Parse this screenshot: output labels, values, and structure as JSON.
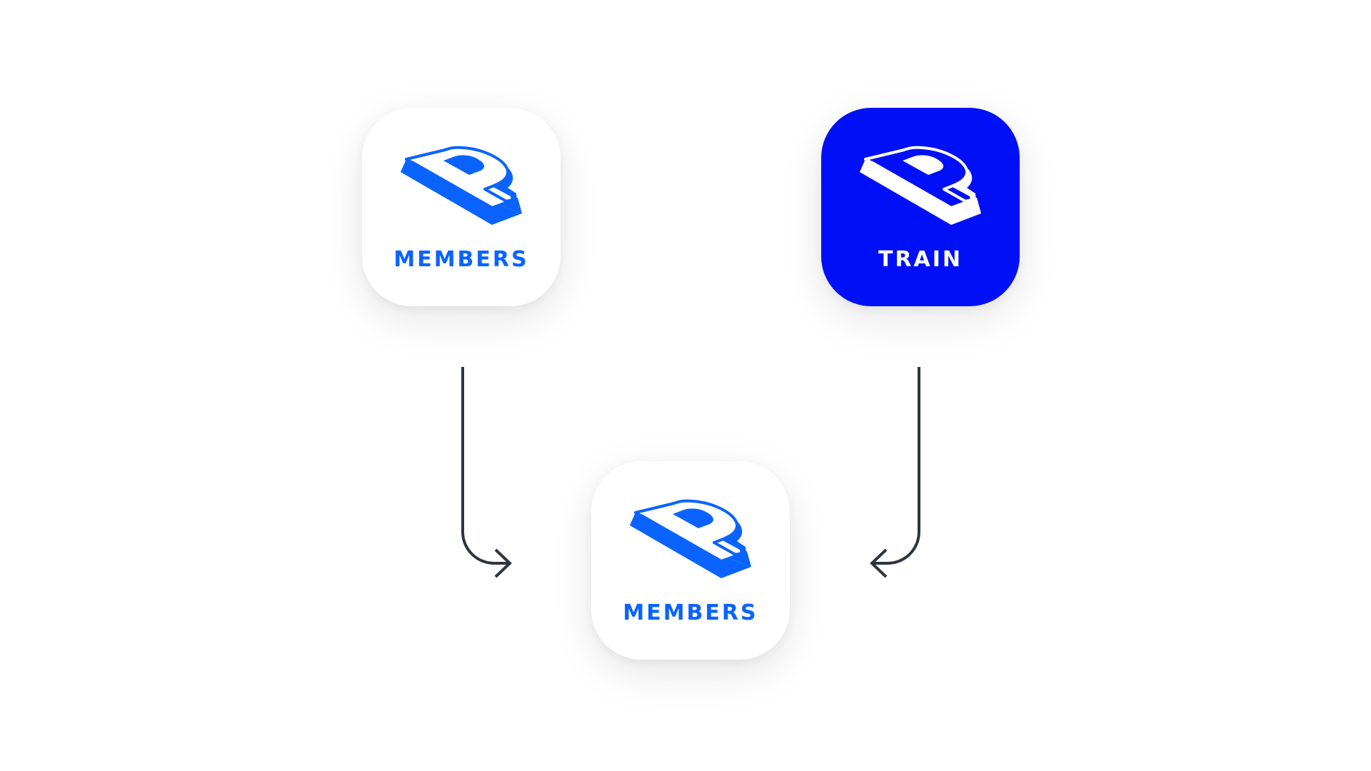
{
  "colors": {
    "background": "#ffffff",
    "brand_blue": "#0a63ff",
    "train_blue": "#0010f6",
    "arrow": "#2e3540",
    "white": "#ffffff"
  },
  "icons": {
    "members_top": {
      "label": "MEMBERS",
      "logo": "p-logo-icon"
    },
    "train": {
      "label": "TRAIN",
      "logo": "p-logo-icon"
    },
    "members_bottom": {
      "label": "MEMBERS",
      "logo": "p-logo-icon"
    }
  },
  "connectors": [
    "arrow-members-to-members",
    "arrow-train-to-members"
  ]
}
